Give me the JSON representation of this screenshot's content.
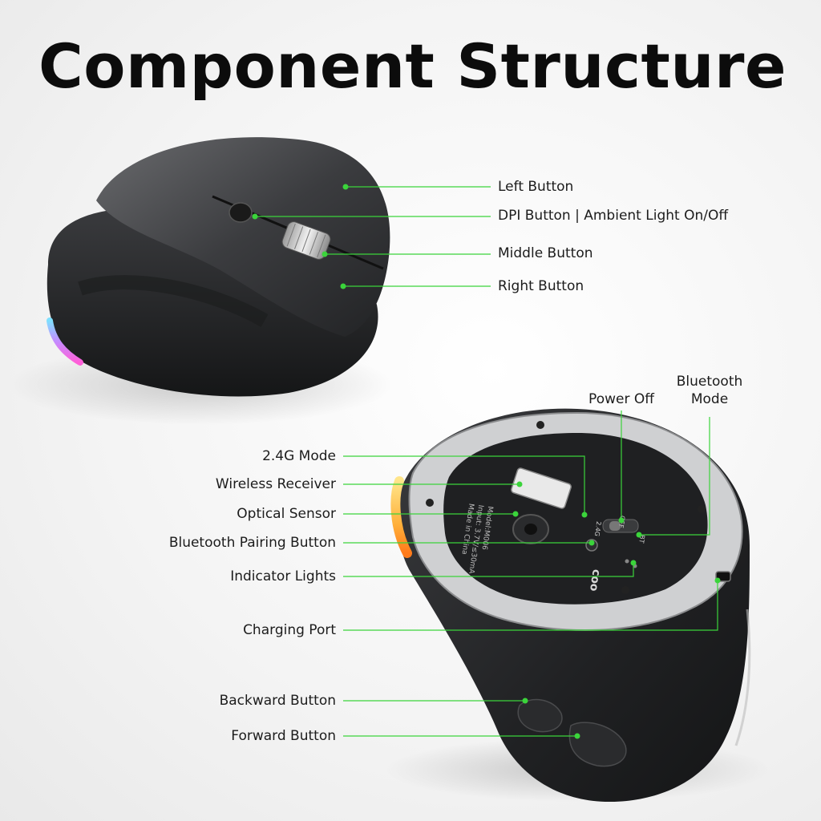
{
  "title": "Component Structure",
  "brand": "coo",
  "bottom_info": {
    "model": "Model:M006",
    "rating": "Input: 3.7V/≤30mA",
    "origin": "Made in China",
    "mode_label_24": "2.4G",
    "mode_label_off": "OFF",
    "mode_label_bt": "BT"
  },
  "labels": {
    "left_button": "Left Button",
    "dpi_button": "DPI Button | Ambient Light On/Off",
    "middle_button": "Middle Button",
    "right_button": "Right Button",
    "power_off": "Power Off",
    "bluetooth_mode_line1": "Bluetooth",
    "bluetooth_mode_line2": "Mode",
    "mode_24g": "2.4G Mode",
    "wireless_receiver": "Wireless Receiver",
    "optical_sensor": "Optical Sensor",
    "bt_pairing": "Bluetooth Pairing Button",
    "indicator_lights": "Indicator Lights",
    "charging_port": "Charging Port",
    "backward_button": "Backward Button",
    "forward_button": "Forward Button"
  },
  "colors": {
    "callout": "#3bd43b",
    "mouse_body": "#2b2c2e",
    "title": "#0c0c0c"
  }
}
